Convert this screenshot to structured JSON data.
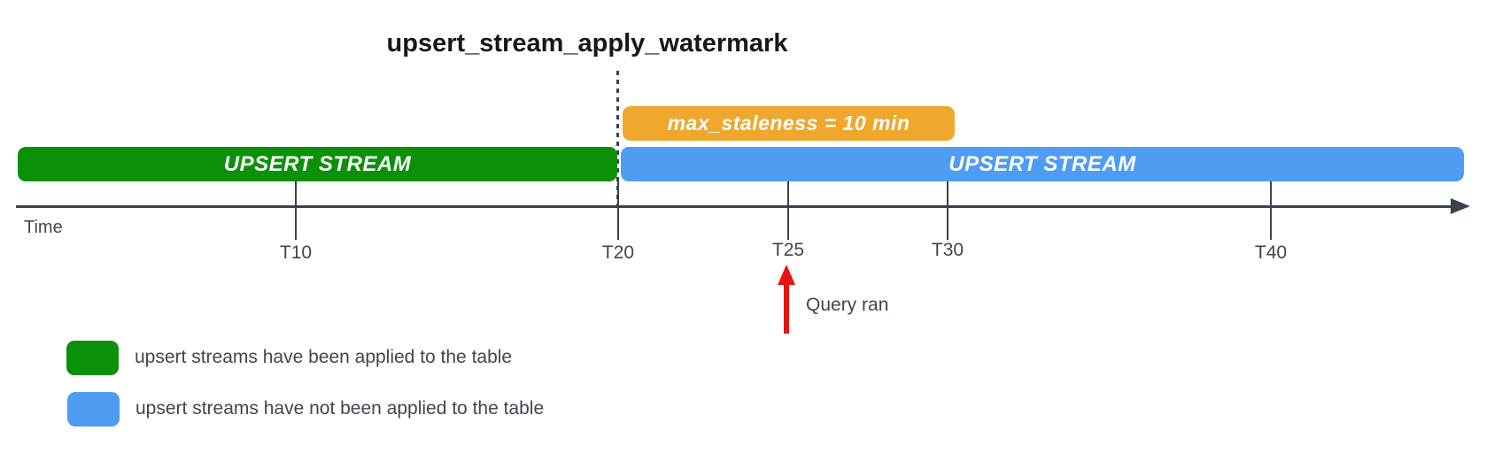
{
  "title": "upsert_stream_apply_watermark",
  "colors": {
    "applied_green": "#0a9108",
    "pending_blue": "#4f9cf5",
    "staleness_orange": "#efa72e",
    "axis_dark": "#39424d",
    "query_red": "#e81313",
    "text_dark": "#3d4752",
    "bar_text": "#ffffff"
  },
  "bars": {
    "applied": {
      "label": "UPSERT STREAM"
    },
    "not_applied": {
      "label": "UPSERT STREAM"
    },
    "staleness": {
      "label": "max_staleness = 10 min"
    }
  },
  "axis": {
    "label": "Time",
    "ticks": [
      {
        "label": "T10"
      },
      {
        "label": "T20"
      },
      {
        "label": "T25"
      },
      {
        "label": "T30"
      },
      {
        "label": "T40"
      }
    ]
  },
  "annotation": {
    "label": "Query ran"
  },
  "legend": {
    "items": [
      {
        "swatch_color": "#0a9108",
        "label": "upsert streams have been applied to the table"
      },
      {
        "swatch_color": "#4f9cf5",
        "label": "upsert streams have not been applied to the table"
      }
    ]
  }
}
